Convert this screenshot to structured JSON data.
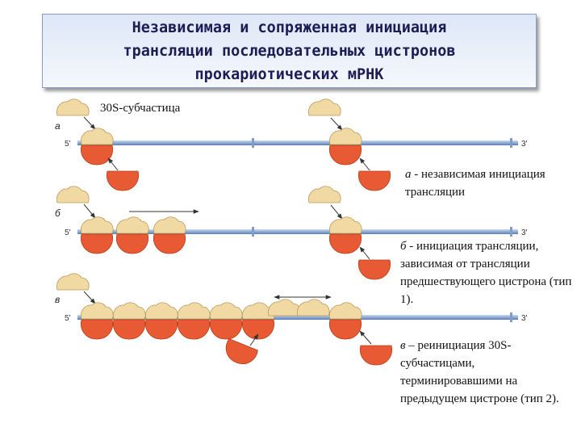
{
  "title": {
    "lines": [
      "Независимая и сопряженная инициация",
      "трансляции последовательных цистронов",
      "прокариотических мРНК"
    ]
  },
  "labels": {
    "subunit_30s": "30S-субчастица",
    "five_prime": "5'",
    "three_prime": "3'"
  },
  "rows": [
    {
      "letter": "а"
    },
    {
      "letter": "б"
    },
    {
      "letter": "в"
    }
  ],
  "captions": {
    "a": {
      "letter": "а",
      "text": " - независимая инициация трансляции"
    },
    "b": {
      "letter": "б",
      "text": " - инициация трансляции, зависимая от трансляции предшествующего цистрона (тип 1)."
    },
    "c": {
      "letter": "в",
      "text": " – реинициация 30S-субчастицами, терминировавшими на предыдущем цистроне (тип 2)."
    }
  },
  "colors": {
    "mrna": "#97b3d8",
    "small_subunit": "#f1d9a3",
    "large_subunit": "#e85a33",
    "arrow": "#333333"
  }
}
